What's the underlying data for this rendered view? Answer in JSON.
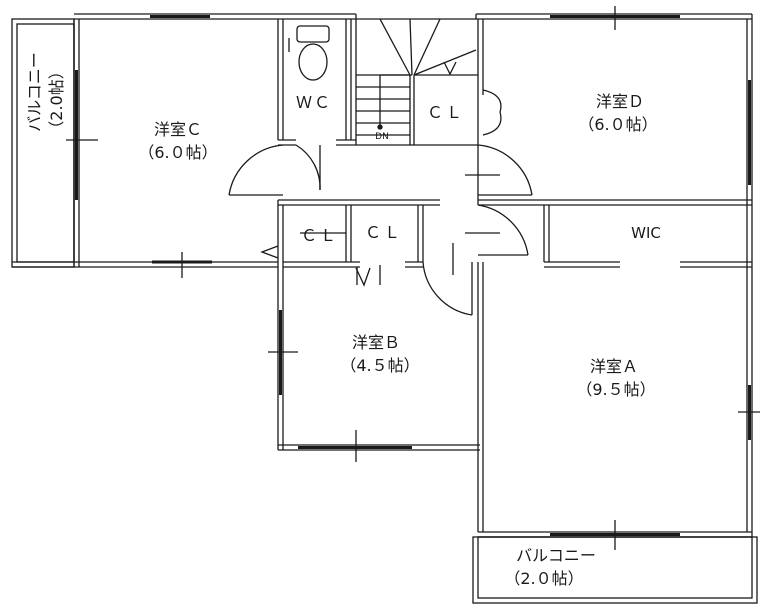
{
  "rooms": {
    "room_a": {
      "name": "洋室Ａ",
      "size": "（9.５帖）"
    },
    "room_b": {
      "name": "洋室Ｂ",
      "size": "（4.５帖）"
    },
    "room_c": {
      "name": "洋室Ｃ",
      "size": "（6.０帖）"
    },
    "room_d": {
      "name": "洋室Ｄ",
      "size": "（6.０帖）"
    }
  },
  "wc": "ＷＣ",
  "closets": {
    "upper": "ＣＬ",
    "west": "ＣＬ",
    "middle": "ＣＬ"
  },
  "wic": "WIC",
  "stairs": {
    "dn": "DN"
  },
  "balconies": {
    "west": {
      "name": "バルコニー",
      "size": "（2.0帖）"
    },
    "south": {
      "name": "バルコニー",
      "size": "（2.０帖）"
    }
  },
  "colors": {
    "wall": "#1a1a1a",
    "background": "#ffffff"
  }
}
